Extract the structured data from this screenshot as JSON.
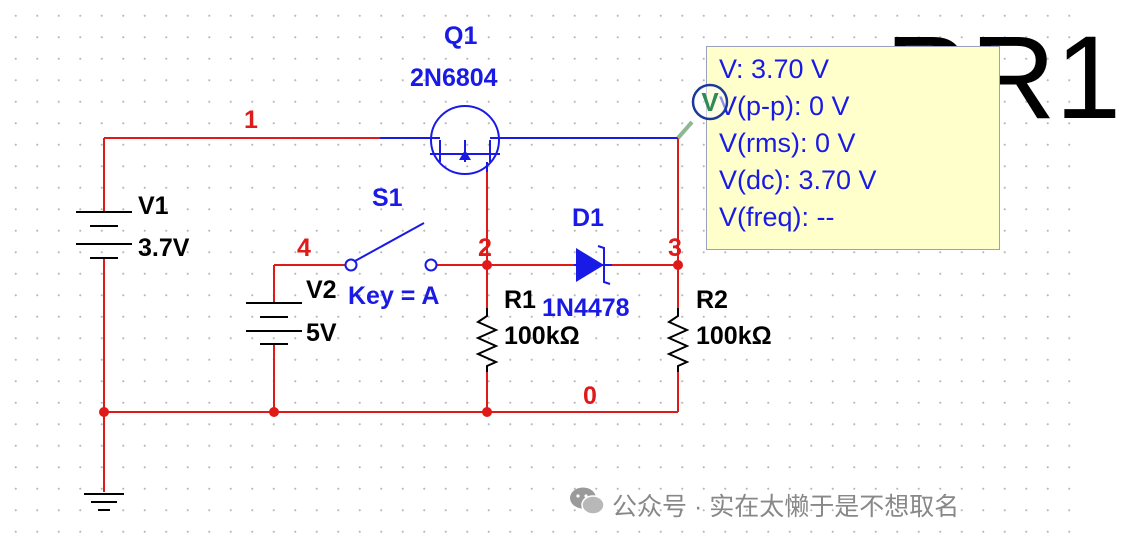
{
  "background_text": "RR1",
  "components": {
    "q1": {
      "ref": "Q1",
      "part": "2N6804"
    },
    "v1": {
      "ref": "V1",
      "value": "3.7V"
    },
    "v2": {
      "ref": "V2",
      "value": "5V"
    },
    "s1": {
      "ref": "S1",
      "key": "Key = A"
    },
    "d1": {
      "ref": "D1",
      "part": "1N4478"
    },
    "r1": {
      "ref": "R1",
      "value": "100kΩ"
    },
    "r2": {
      "ref": "R2",
      "value": "100kΩ"
    }
  },
  "nets": [
    "1",
    "2",
    "3",
    "4",
    "0"
  ],
  "probe": {
    "icon_letter": "V",
    "lines": [
      "V: 3.70 V",
      "V(p-p): 0 V",
      "V(rms): 0 V",
      "V(dc): 3.70 V",
      "V(freq): --"
    ]
  },
  "watermark": "公众号 · 实在太懒于是不想取名",
  "colors": {
    "wire": "#e01919",
    "component": "#1a1ae6",
    "probe_bg": "#ffffcc",
    "label": "#000000"
  }
}
